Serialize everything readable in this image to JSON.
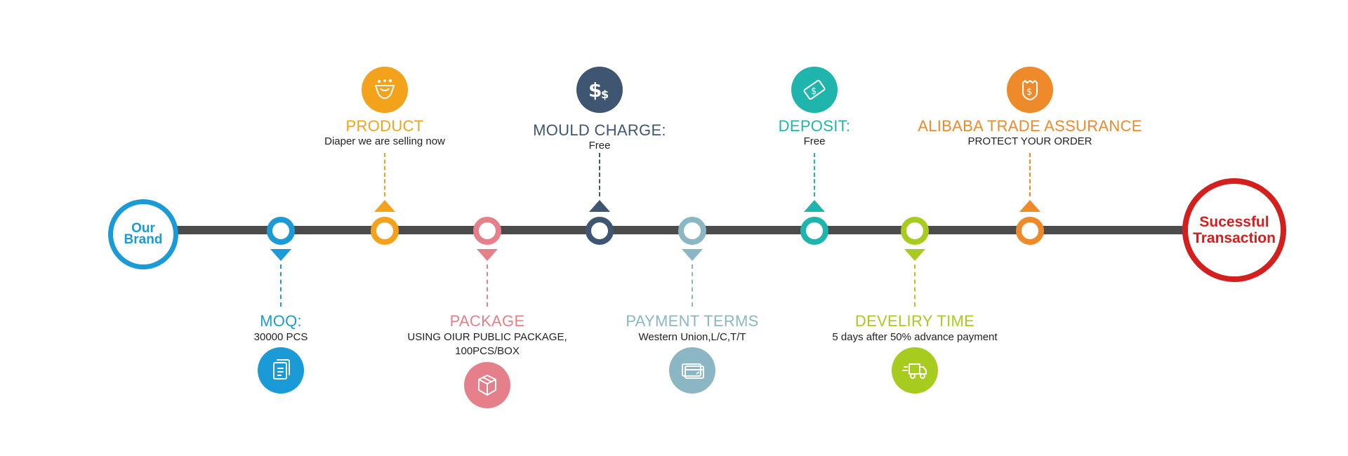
{
  "start": {
    "label": "Our\nBrand",
    "color": "#1a9ad6"
  },
  "end": {
    "label": "Sucessful\nTransaction",
    "color": "#d41f1f"
  },
  "steps": [
    {
      "title": "MOQ:",
      "subtitle": "30000 PCS",
      "color": "#1a9ad6",
      "icon": "document-icon",
      "side": "below"
    },
    {
      "title": "PRODUCT",
      "subtitle": "Diaper we are selling now",
      "color": "#f3a21b",
      "icon": "diaper-icon",
      "side": "above"
    },
    {
      "title": "PACKAGE",
      "subtitle": "USING OIUR PUBLIC PACKAGE,\n100PCS/BOX",
      "color": "#e5808a",
      "icon": "box-icon",
      "side": "below"
    },
    {
      "title": "MOULD CHARGE:",
      "subtitle": "Free",
      "color": "#3f5672",
      "icon": "dollar-icon",
      "side": "above"
    },
    {
      "title": "PAYMENT TERMS",
      "subtitle": "Western Union,L/C,T/T",
      "color": "#8ab7c3",
      "icon": "credit-card-icon",
      "side": "below"
    },
    {
      "title": "DEPOSIT:",
      "subtitle": "Free",
      "color": "#1fb5ad",
      "icon": "money-icon",
      "side": "above"
    },
    {
      "title": "DEVELIRY TIME",
      "subtitle": "5 days after 50% advance payment",
      "color": "#a7cc1f",
      "icon": "truck-icon",
      "side": "below"
    },
    {
      "title": "ALIBABA TRADE ASSURANCE",
      "subtitle": "PROTECT YOUR ORDER",
      "color": "#ee8a2a",
      "icon": "shield-icon",
      "side": "above"
    }
  ]
}
